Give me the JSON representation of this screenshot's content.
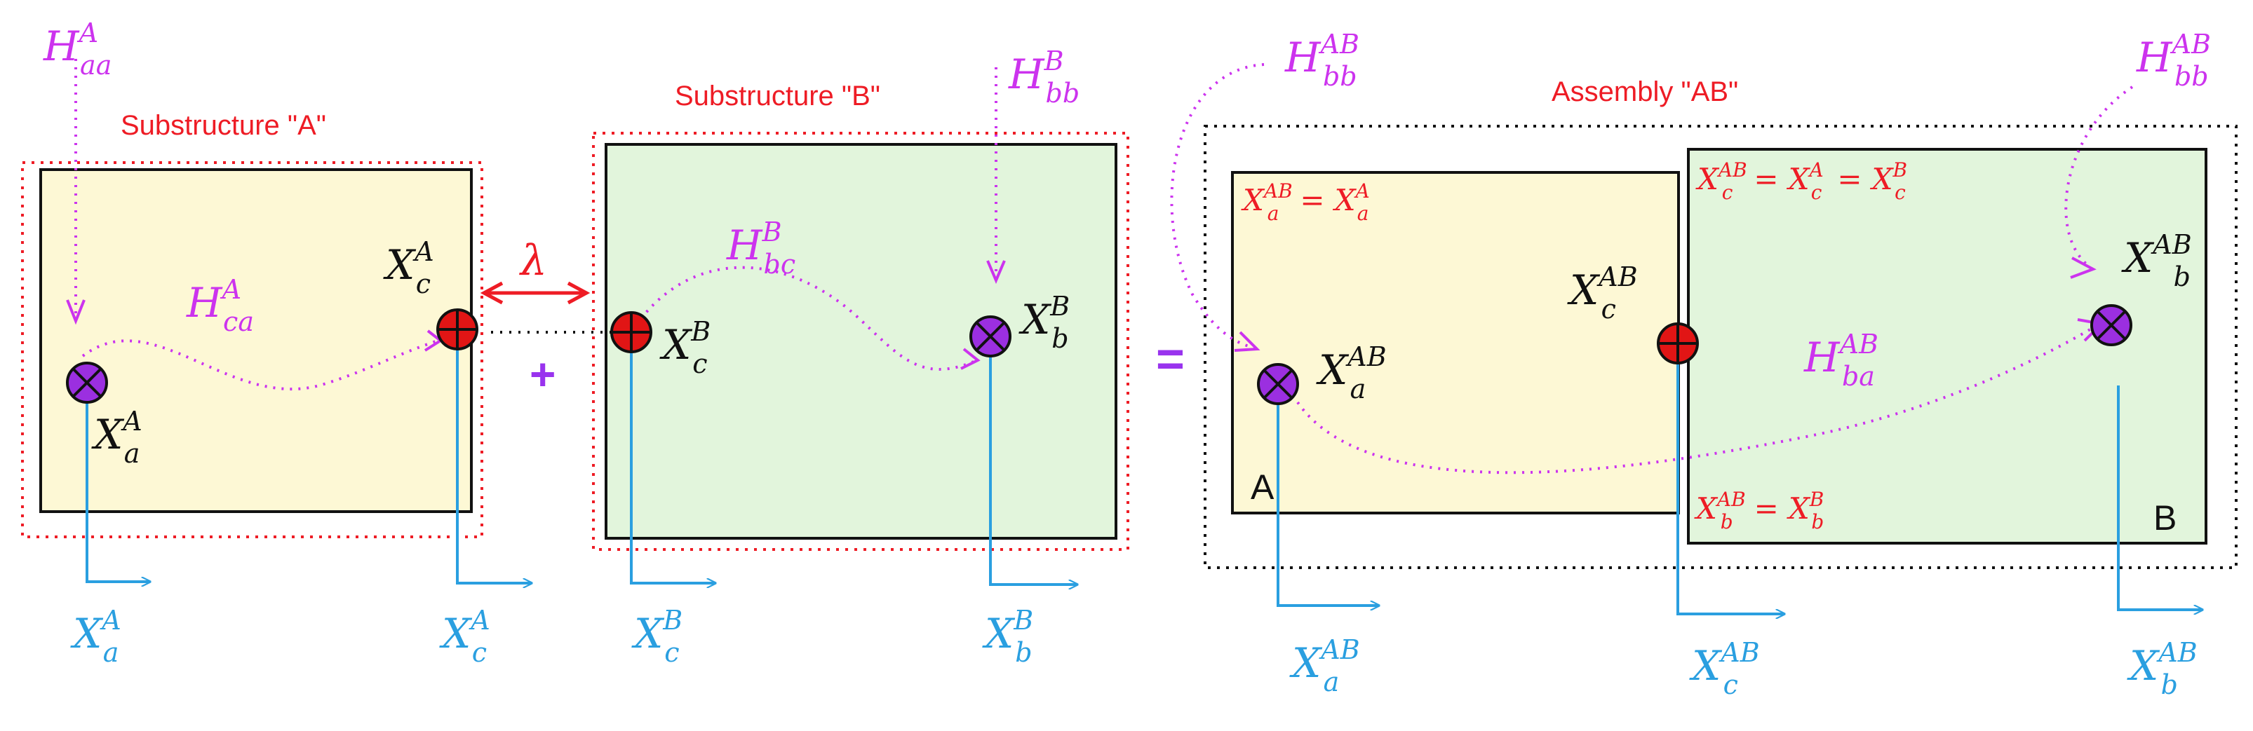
{
  "colors": {
    "substructure_a_fill": "#fdf8d5",
    "substructure_b_fill": "#e2f5dc",
    "frame_red": "#ee1c25",
    "frame_black": "#111111",
    "frf_magenta": "#cc33ee",
    "dof_blue": "#2a9fe0",
    "node_purple": "#9b2fe0",
    "node_red": "#e11515",
    "operator_purple": "#9933ee"
  },
  "labels": {
    "substructure_a": "Substructure \"A\"",
    "substructure_b": "Substructure \"B\"",
    "assembly": "Assembly \"AB\"",
    "corner_a": "A",
    "corner_b": "B",
    "plus": "+",
    "equals": "=",
    "lambda": "λ"
  },
  "frf": {
    "sym": "H",
    "a_aa": {
      "sup": "A",
      "sub": "aa"
    },
    "a_ca": {
      "sup": "A",
      "sub": "ca"
    },
    "b_bb": {
      "sup": "B",
      "sub": "bb"
    },
    "b_bc": {
      "sup": "B",
      "sub": "bc"
    },
    "ab_bb_left": {
      "sup": "AB",
      "sub": "bb"
    },
    "ab_bb_right": {
      "sup": "AB",
      "sub": "bb"
    },
    "ab_ba": {
      "sup": "AB",
      "sub": "ba"
    }
  },
  "dof": {
    "sym": "X",
    "a_a": {
      "sup": "A",
      "sub": "a"
    },
    "a_c": {
      "sup": "A",
      "sub": "c"
    },
    "b_c": {
      "sup": "B",
      "sub": "c"
    },
    "b_b": {
      "sup": "B",
      "sub": "b"
    },
    "ab_c": {
      "sup": "AB",
      "sub": "c"
    },
    "ab_a": {
      "sup": "AB",
      "sub": "a"
    },
    "ab_b": {
      "sup": "AB",
      "sub": "b"
    },
    "axis_a_a": {
      "sup": "A",
      "sub": "a"
    },
    "axis_a_c": {
      "sup": "A",
      "sub": "c"
    },
    "axis_b_c": {
      "sup": "B",
      "sub": "c"
    },
    "axis_b_b": {
      "sup": "B",
      "sub": "b"
    },
    "axis_ab_a": {
      "sup": "AB",
      "sub": "a"
    },
    "axis_ab_c": {
      "sup": "AB",
      "sub": "c"
    },
    "axis_ab_b": {
      "sup": "AB",
      "sub": "b"
    }
  },
  "compat": {
    "sym": "X",
    "eq_sign": "=",
    "xa_lhs": {
      "sup": "AB",
      "sub": "a"
    },
    "xa_rhs": {
      "sup": "A",
      "sub": "a"
    },
    "xc_1": {
      "sup": "AB",
      "sub": "c"
    },
    "xc_2": {
      "sup": "A",
      "sub": "c"
    },
    "xc_3": {
      "sup": "B",
      "sub": "c"
    },
    "xb_lhs": {
      "sup": "AB",
      "sub": "b"
    },
    "xb_rhs": {
      "sup": "B",
      "sub": "b"
    }
  }
}
